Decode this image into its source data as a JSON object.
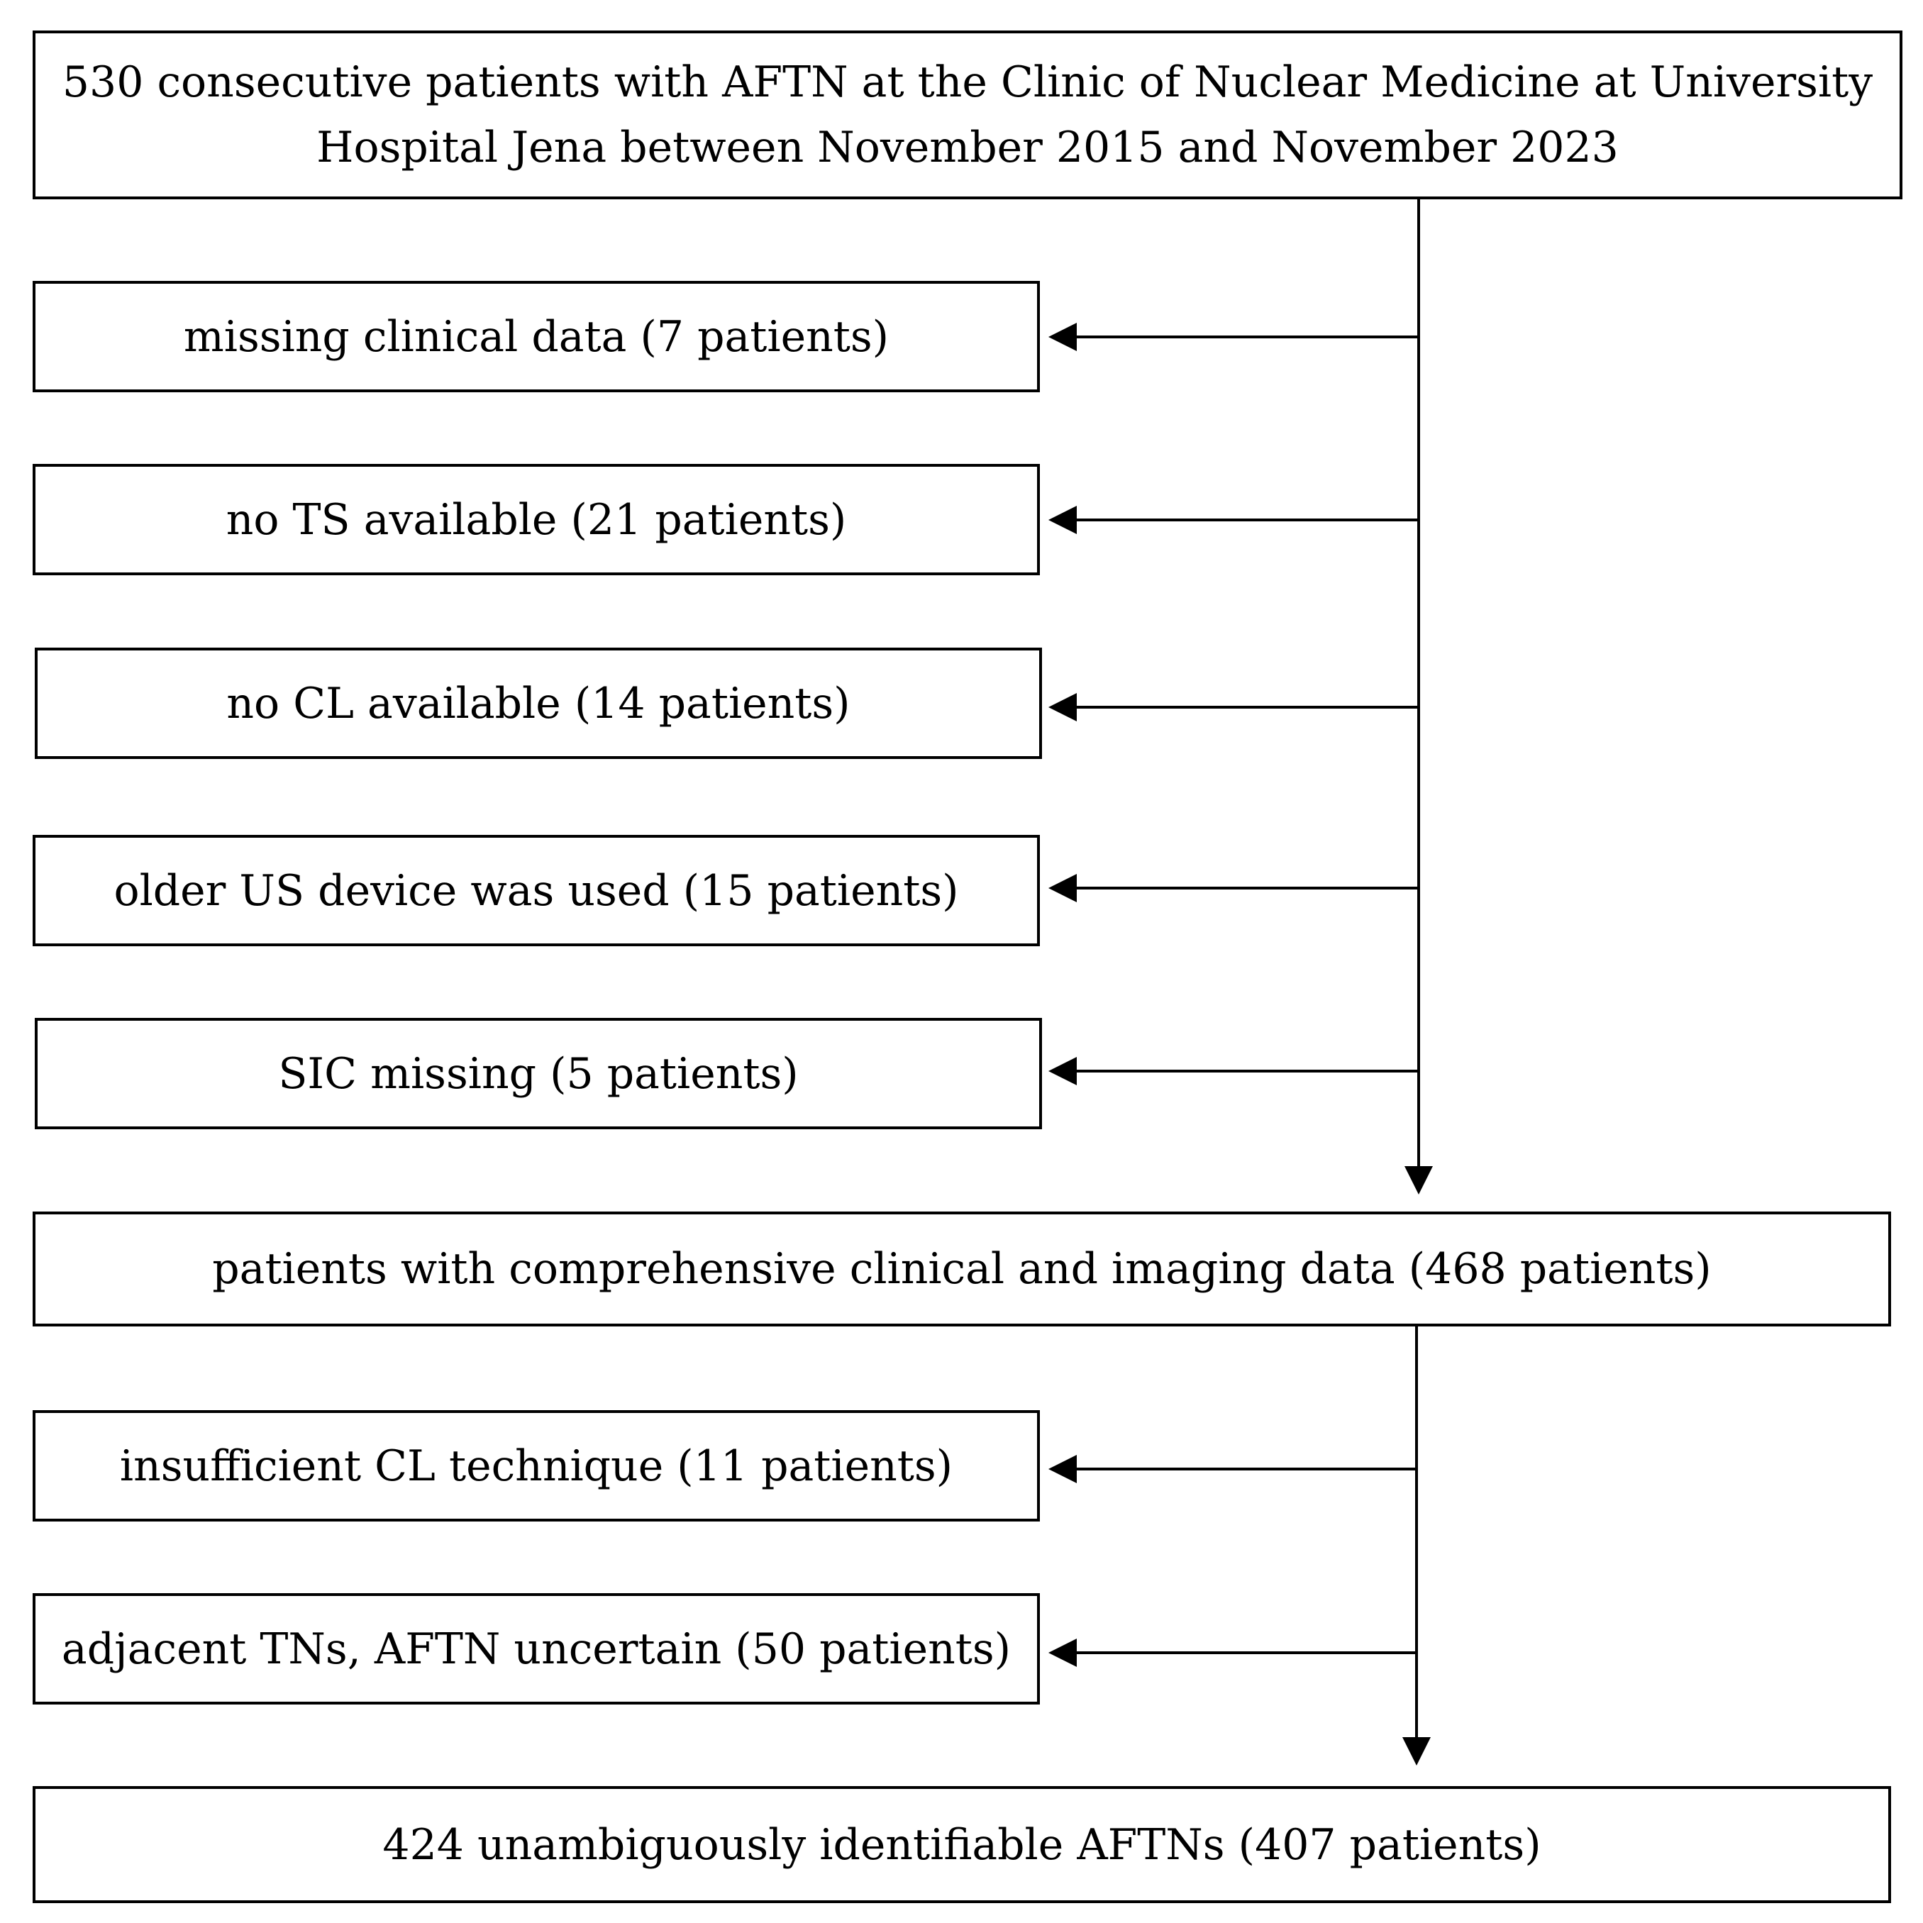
{
  "flow": {
    "start": {
      "line1": "530 consecutive patients with AFTN at the Clinic of Nuclear Medicine at University",
      "line2": "Hospital Jena between November 2015 and November 2023"
    },
    "exclusions_1": [
      "missing clinical data (7 patients)",
      "no TS available (21 patients)",
      "no CL available (14 patients)",
      "older US device was used (15 patients)",
      "SIC missing (5 patients)"
    ],
    "middle": "patients with comprehensive clinical and imaging data (468 patients)",
    "exclusions_2": [
      "insufficient CL technique (11 patients)",
      "adjacent TNs, AFTN uncertain (50 patients)"
    ],
    "final": "424 unambiguously identifiable AFTNs (407 patients)"
  },
  "colors": {
    "stroke": "#000000",
    "background": "#ffffff"
  }
}
